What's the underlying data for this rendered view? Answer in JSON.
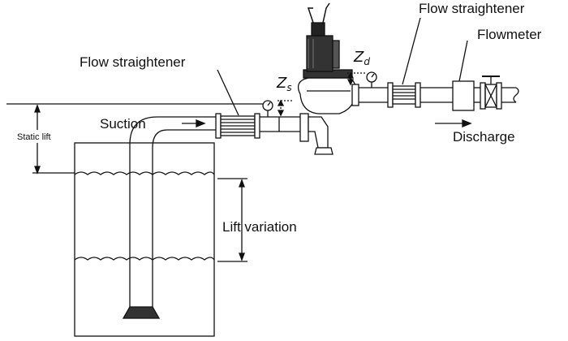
{
  "labels": {
    "flow_straightener_left": "Flow straightener",
    "flow_straightener_right": "Flow straightener",
    "flowmeter": "Flowmeter",
    "suction": "Suction",
    "discharge": "Discharge",
    "static_lift": "Static lift",
    "lift_variation": "Lift variation",
    "zs_main": "Z",
    "zs_sub": "s",
    "zd_main": "Z",
    "zd_sub": "d"
  }
}
